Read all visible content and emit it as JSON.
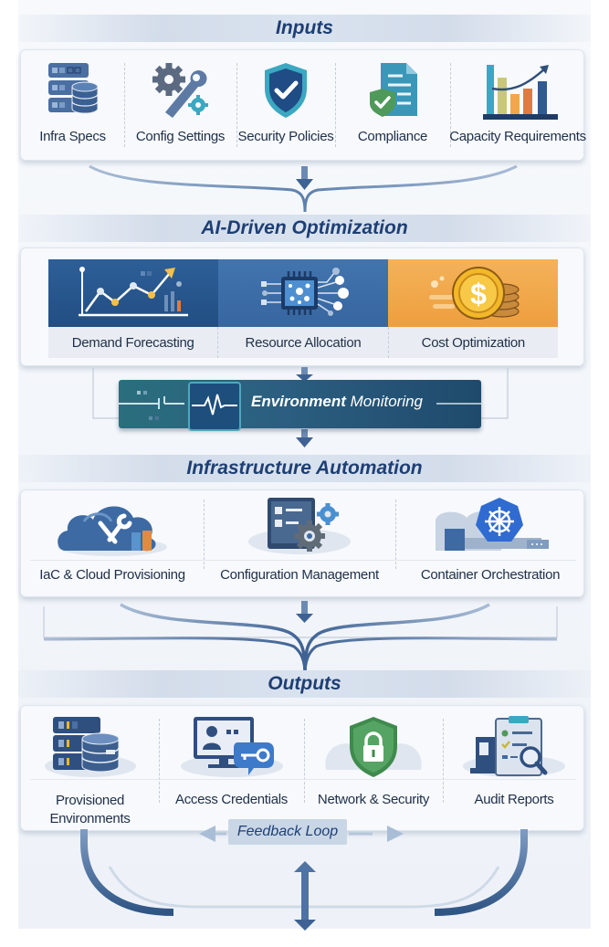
{
  "sections": {
    "inputs": {
      "title": "Inputs",
      "items": [
        {
          "label": "Infra Specs",
          "icon": "server-database-icon"
        },
        {
          "label": "Config Settings",
          "icon": "gear-wrench-icon"
        },
        {
          "label": "Security Policies",
          "icon": "shield-check-icon"
        },
        {
          "label": "Compliance",
          "icon": "document-check-icon"
        },
        {
          "label": "Capacity Requirements",
          "icon": "bar-chart-growth-icon"
        }
      ]
    },
    "ai_optimization": {
      "title": "AI-Driven Optimization",
      "items": [
        {
          "label": "Demand Forecasting",
          "icon": "line-chart-icon",
          "color": "#2c5a92"
        },
        {
          "label": "Resource Allocation",
          "icon": "cpu-chip-icon",
          "color": "#3a6ca6"
        },
        {
          "label": "Cost Optimization",
          "icon": "dollar-coin-icon",
          "color": "#f2a649"
        }
      ]
    },
    "monitoring": {
      "title_bold": "Environment",
      "title_rest": " Monitoring",
      "icon": "heartbeat-monitor-icon"
    },
    "automation": {
      "title": "Infrastructure Automation",
      "items": [
        {
          "label": "IaC & Cloud Provisioning",
          "icon": "cloud-tools-icon"
        },
        {
          "label": "Configuration Management",
          "icon": "config-panel-gear-icon"
        },
        {
          "label": "Container Orchestration",
          "icon": "kubernetes-wheel-icon"
        }
      ]
    },
    "outputs": {
      "title": "Outputs",
      "items": [
        {
          "label": "Provisioned Environments",
          "label_line1": "Provisioned",
          "label_line2": "Environments",
          "icon": "server-stack-icon"
        },
        {
          "label": "Access Credentials",
          "icon": "user-key-icon"
        },
        {
          "label": "Network & Security",
          "icon": "shield-lock-icon"
        },
        {
          "label": "Audit Reports",
          "icon": "clipboard-search-icon"
        }
      ]
    },
    "feedback": {
      "label": "Feedback Loop"
    }
  },
  "colors": {
    "heading": "#1e3f73",
    "primary_blue": "#2c5a92",
    "teal": "#3aa8c1",
    "orange": "#f2a649",
    "green": "#4f9a5a",
    "connector": "#4f74a3"
  }
}
